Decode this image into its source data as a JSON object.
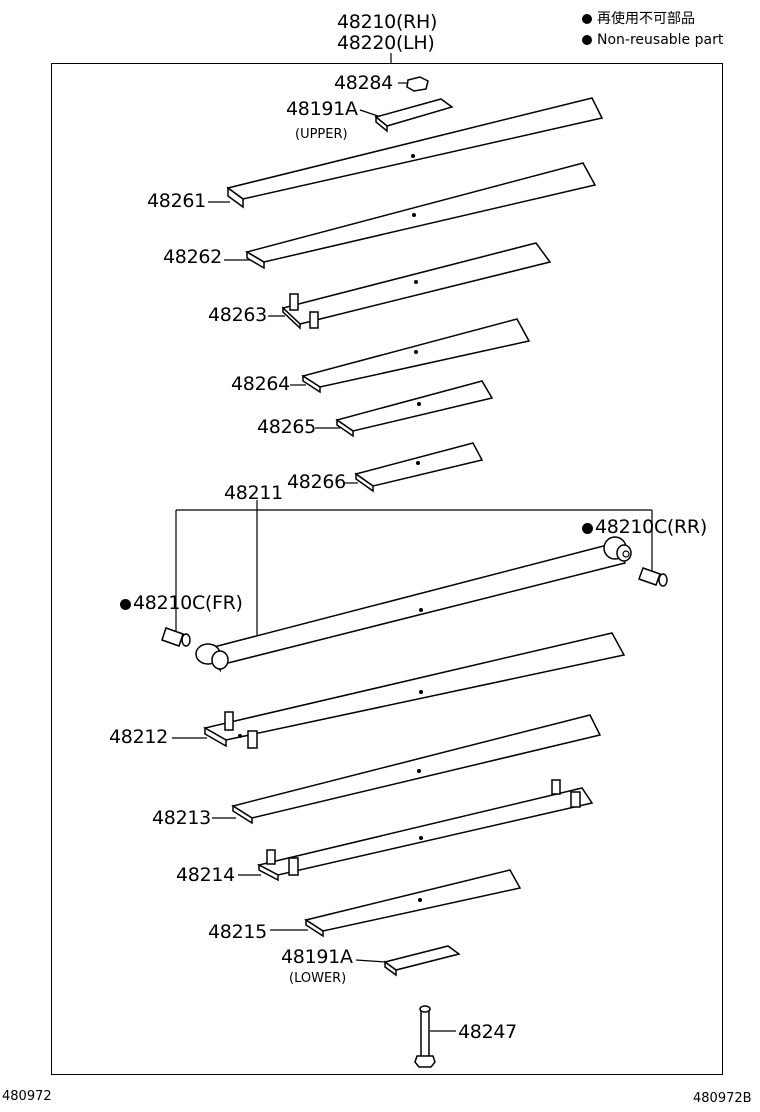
{
  "header": {
    "title_rh": "48210(RH)",
    "title_lh": "48220(LH)"
  },
  "legend": {
    "line1": "再使用不可部品",
    "line2": "Non-reusable part"
  },
  "labels": {
    "p48284": "48284",
    "p48191a_upper": "48191A",
    "upper": "(UPPER)",
    "p48261": "48261",
    "p48262": "48262",
    "p48263": "48263",
    "p48264": "48264",
    "p48265": "48265",
    "p48266": "48266",
    "p48211": "48211",
    "p48210c_rr": "48210C(RR)",
    "p48210c_fr": "48210C(FR)",
    "p48212": "48212",
    "p48213": "48213",
    "p48214": "48214",
    "p48215": "48215",
    "p48191a_lower": "48191A",
    "lower": "(LOWER)",
    "p48247": "48247"
  },
  "footer": {
    "left_ref": "480972",
    "right_ref": "480972B"
  }
}
